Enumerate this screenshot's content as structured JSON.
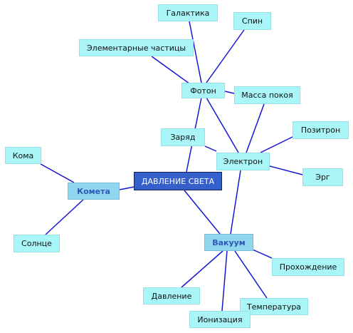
{
  "diagram": {
    "nodes": {
      "center": "ДАВЛЕНИЕ СВЕТА",
      "foton": "Фотон",
      "elektron": "Электрон",
      "vakuum": "Вакуум",
      "kometa": "Комета",
      "galaktika": "Галактика",
      "spin": "Спин",
      "elementarnye": "Элементарные частицы",
      "massa": "Масса покоя",
      "zaryad": "Заряд",
      "pozitron": "Позитрон",
      "erg": "Эрг",
      "koma": "Кома",
      "solntse": "Солнце",
      "prohozhdenie": "Прохождение",
      "davlenie": "Давление",
      "temperatura": "Температура",
      "ionizatsiya": "Ионизация"
    },
    "colors": {
      "edge": "#1515d6",
      "node_fill": "#a9f5f8",
      "central_fill": "#3560cc",
      "hub_fill": "#8fd6ee",
      "hub_text": "#2e57b8"
    }
  }
}
